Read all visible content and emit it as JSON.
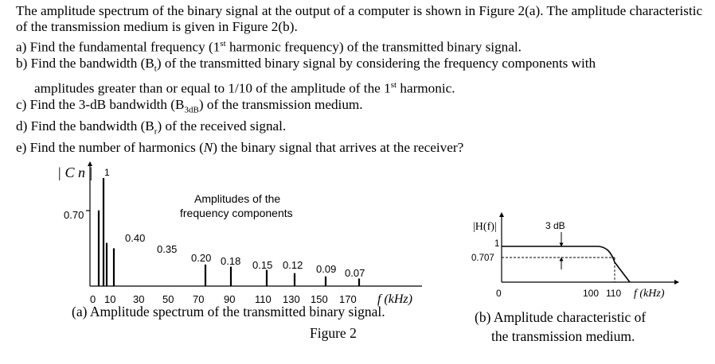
{
  "problem": {
    "intro": "The amplitude spectrum of the binary signal at the output of a computer is shown in Figure 2(a). The amplitude characteristic of the transmission medium is given in Figure 2(b).",
    "a_pre": "a) Find the fundamental frequency (1",
    "a_sup": "st",
    "a_post": " harmonic frequency) of the transmitted binary signal.",
    "b_pre": "b) Find the bandwidth (B",
    "b_sub": "t",
    "b_mid": ") of the transmitted binary signal by considering the frequency components with",
    "b_line2_pre": "amplitudes greater than or equal to 1/10 of the amplitude of the 1",
    "b_line2_sup": "st",
    "b_line2_post": " harmonic.",
    "c_pre": "c) Find the 3-dB bandwidth (B",
    "c_sub": "3dB",
    "c_post": ") of the transmission medium.",
    "d_pre": "d) Find the bandwidth (B",
    "d_sub": "r",
    "d_post": ") of the received signal.",
    "e_pre": "e) Find the number of harmonics (",
    "e_var": "N",
    "e_post": ") the binary signal that arrives at the receiver?"
  },
  "figure_a": {
    "y_axis_label": "| C n |",
    "y_tick_label": "0.70",
    "top_value": "1",
    "annotation_line1": "Amplitudes of the",
    "annotation_line2": "frequency components",
    "x_unit": "f (kHz)",
    "caption": "(a) Amplitude spectrum of the transmitted binary signal.",
    "components": [
      {
        "f": 0,
        "amp": 1.0,
        "label": "1"
      },
      {
        "f": 10,
        "amp": 0.7,
        "label": ""
      },
      {
        "f": 30,
        "amp": 0.4,
        "label": "0.40"
      },
      {
        "f": 50,
        "amp": 0.35,
        "label": "0.35"
      },
      {
        "f": 70,
        "amp": 0.2,
        "label": "0.20"
      },
      {
        "f": 90,
        "amp": 0.18,
        "label": "0.18"
      },
      {
        "f": 110,
        "amp": 0.15,
        "label": "0.15"
      },
      {
        "f": 130,
        "amp": 0.12,
        "label": "0.12"
      },
      {
        "f": 150,
        "amp": 0.09,
        "label": "0.09"
      },
      {
        "f": 170,
        "amp": 0.07,
        "label": "0.07"
      }
    ],
    "x_ticks": [
      "0",
      "10",
      "30",
      "50",
      "70",
      "90",
      "110",
      "130",
      "150",
      "170"
    ]
  },
  "figure_b": {
    "y_axis_label": "|H(f)|",
    "y_tick_1": "1",
    "y_tick_0707": "0.707",
    "origin_label": "0",
    "marker_label": "3 dB",
    "x_tick_100": "100",
    "x_tick_110": "110",
    "x_unit": "f (kHz)",
    "caption_line1": "(b) Amplitude characteristic of",
    "caption_line2": "the transmission medium."
  },
  "figure_caption": "Figure 2"
}
